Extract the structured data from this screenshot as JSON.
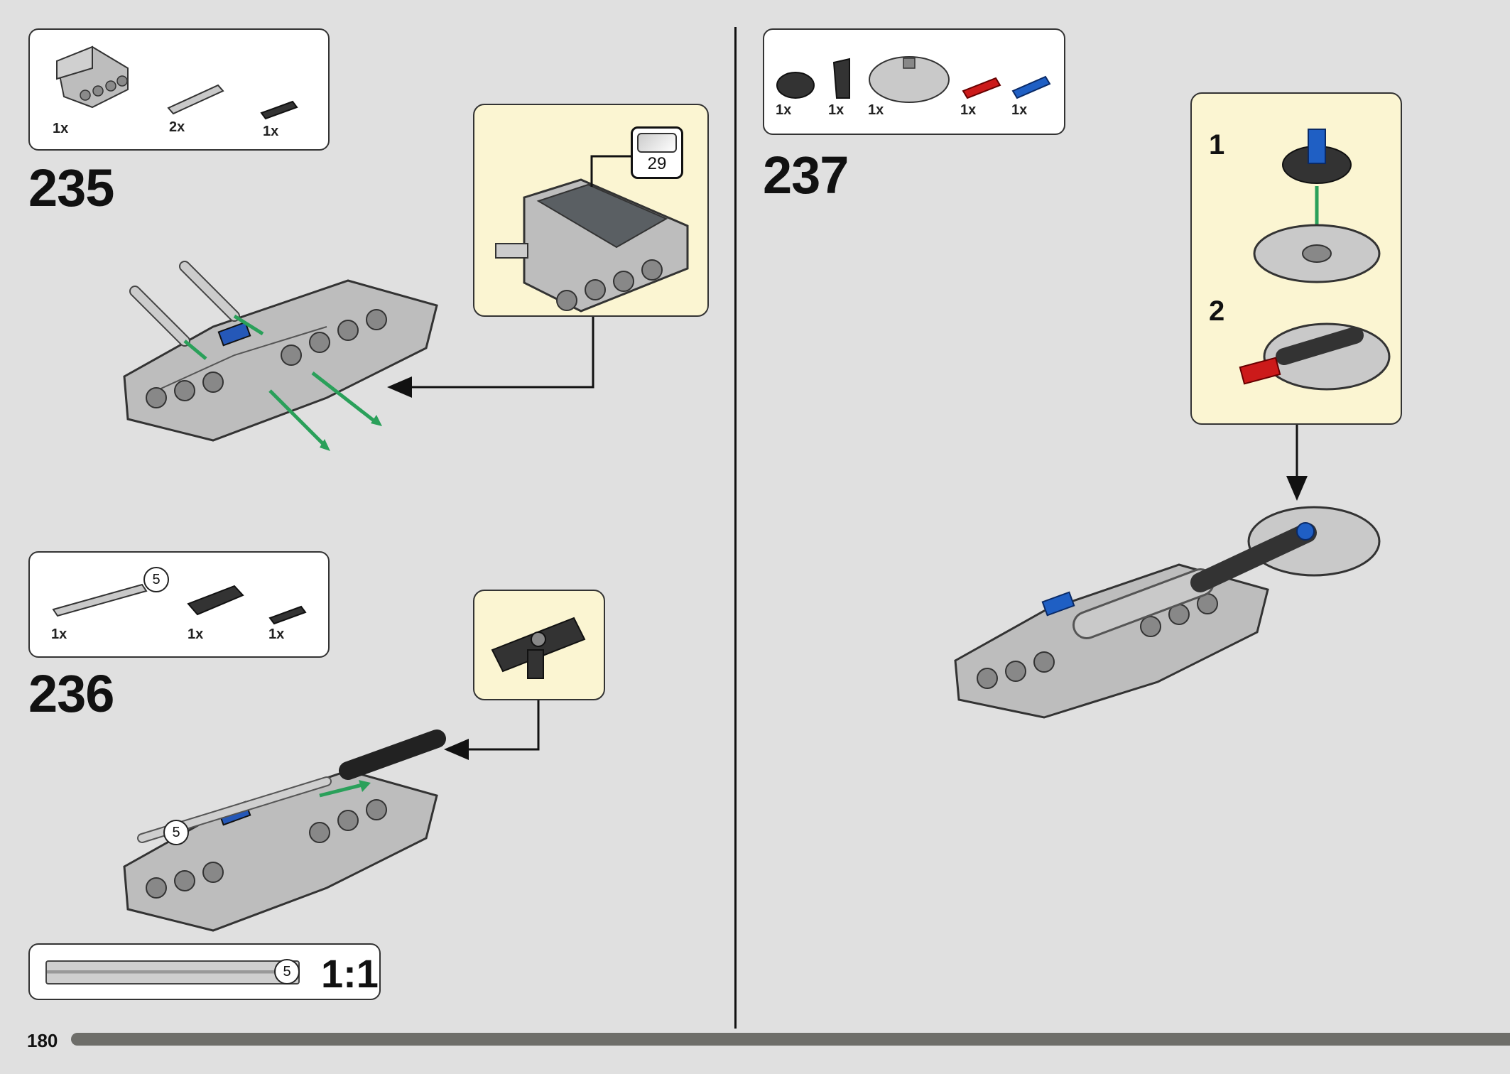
{
  "page_number": "180",
  "steps": {
    "s235": {
      "number": "235",
      "parts": [
        {
          "qty": "1x"
        },
        {
          "qty": "2x"
        },
        {
          "qty": "1x"
        }
      ],
      "sticker_number": "29"
    },
    "s236": {
      "number": "236",
      "parts": [
        {
          "qty": "1x"
        },
        {
          "qty": "1x"
        },
        {
          "qty": "1x"
        }
      ],
      "axle_length": "5",
      "assembly_axle_length": "5"
    },
    "s237": {
      "number": "237",
      "parts": [
        {
          "qty": "1x"
        },
        {
          "qty": "1x"
        },
        {
          "qty": "1x"
        },
        {
          "qty": "1x"
        },
        {
          "qty": "1x"
        }
      ],
      "substep_1": "1",
      "substep_2": "2"
    }
  },
  "scale_box": {
    "axle_length": "5",
    "scale": "1:1"
  },
  "colors": {
    "arrow_green": "#2aa05a",
    "red_pin": "#cc1a1a",
    "blue_pin": "#1f5fc4",
    "callout_bg": "#fbf5d2"
  }
}
